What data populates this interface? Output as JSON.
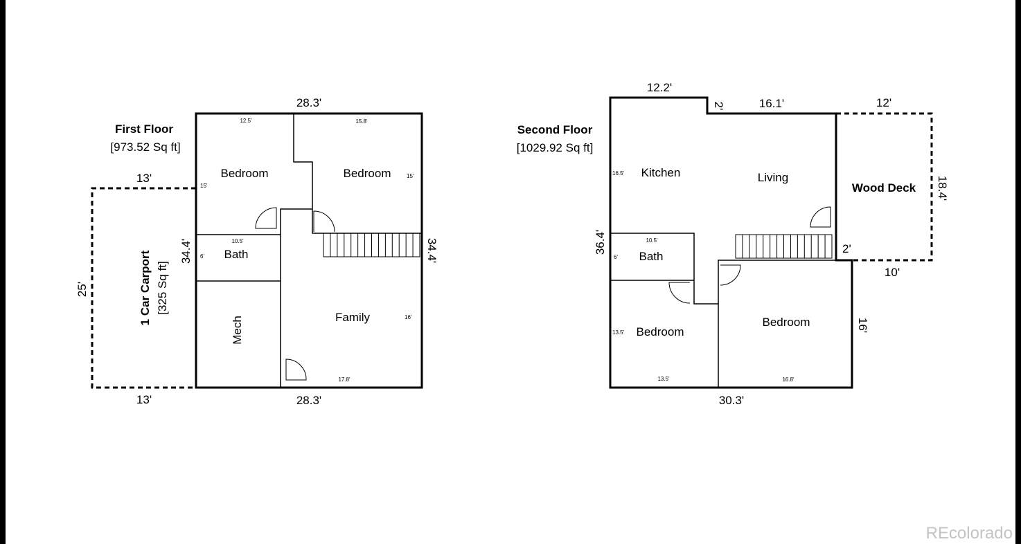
{
  "first_floor": {
    "title": "First Floor",
    "area": "[973.52 Sq ft]",
    "dims": {
      "top": "28.3'",
      "bottom": "28.3'",
      "left": "34.4'",
      "right": "34.4'"
    },
    "rooms": {
      "bedroom_left": "Bedroom",
      "bedroom_right": "Bedroom",
      "bath": "Bath",
      "mech": "Mech",
      "family": "Family"
    },
    "small_dims": {
      "bedroom_left_w": "12.5'",
      "bedroom_left_h": "15'",
      "bedroom_right_w": "15.8'",
      "bedroom_right_h": "15'",
      "bath_w": "10.5'",
      "bath_h": "6'",
      "family_h": "16'",
      "family_w": "17.8'"
    },
    "carport": {
      "title": "1 Car Carport",
      "area": "[325 Sq ft]",
      "top": "13'",
      "bottom": "13'",
      "left": "25'"
    }
  },
  "second_floor": {
    "title": "Second Floor",
    "area": "[1029.92 Sq ft]",
    "dims": {
      "top_left": "12.2'",
      "step": "2'",
      "top_mid": "16.1'",
      "left": "36.4'",
      "bottom": "30.3'",
      "right": "16'",
      "notch": "2'"
    },
    "rooms": {
      "kitchen": "Kitchen",
      "living": "Living",
      "bath": "Bath",
      "bedroom_left": "Bedroom",
      "bedroom_right": "Bedroom"
    },
    "small_dims": {
      "kitchen_h": "16.5'",
      "bath_w": "10.5'",
      "bath_h": "6'",
      "bedroom_left_h": "13.5'",
      "bedroom_left_w": "13.5'",
      "bedroom_right_w": "16.8'"
    },
    "deck": {
      "title": "Wood Deck",
      "top": "12'",
      "right": "18.4'",
      "bottom": "10'"
    }
  },
  "watermark": "REcolorado"
}
